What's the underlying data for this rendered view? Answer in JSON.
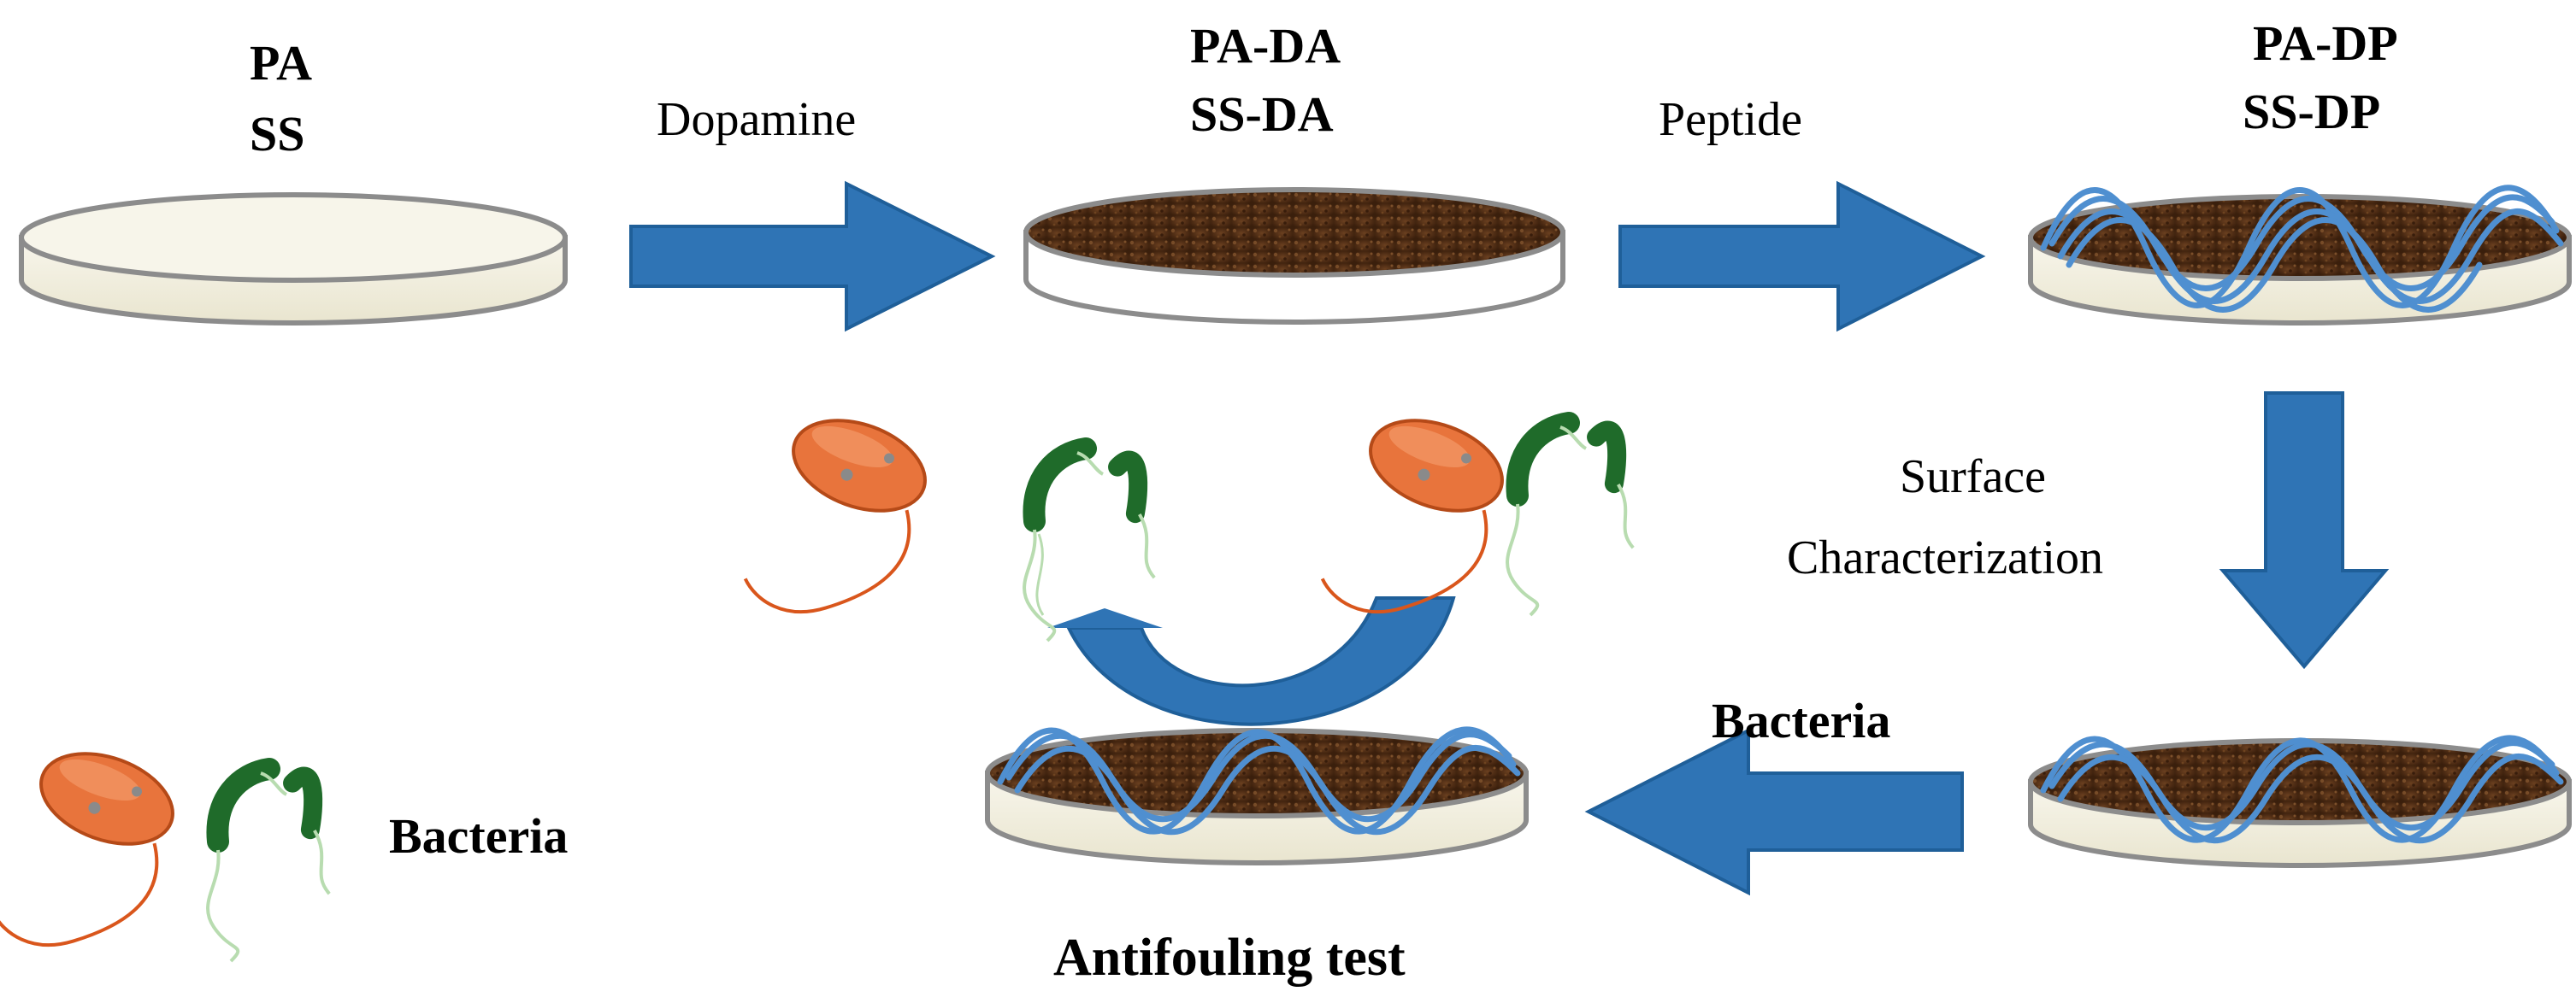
{
  "stages": {
    "bare": {
      "line1": "PA",
      "line2": "SS"
    },
    "dopamine_coated": {
      "line1": "PA-DA",
      "line2": "SS-DA"
    },
    "peptide_coated": {
      "line1": "PA-DP",
      "line2": "SS-DP"
    }
  },
  "steps": {
    "dopamine": "Dopamine",
    "peptide": "Peptide",
    "surface_line1": "Surface",
    "surface_line2": "Characterization",
    "bacteria_step": "Bacteria"
  },
  "result": {
    "caption": "Antifouling test"
  },
  "legend": {
    "bacteria": "Bacteria"
  },
  "colors": {
    "arrow_fill": "#2f74b5",
    "arrow_stroke": "#1f5f99",
    "dish_fill": "#f3f0e2",
    "dish_stroke": "#8c8c8c",
    "coating": "#5a3418",
    "peptide_wave": "#4f8fd0",
    "bacterium_orange": "#e8743c",
    "bacterium_green": "#1f6b2a"
  }
}
